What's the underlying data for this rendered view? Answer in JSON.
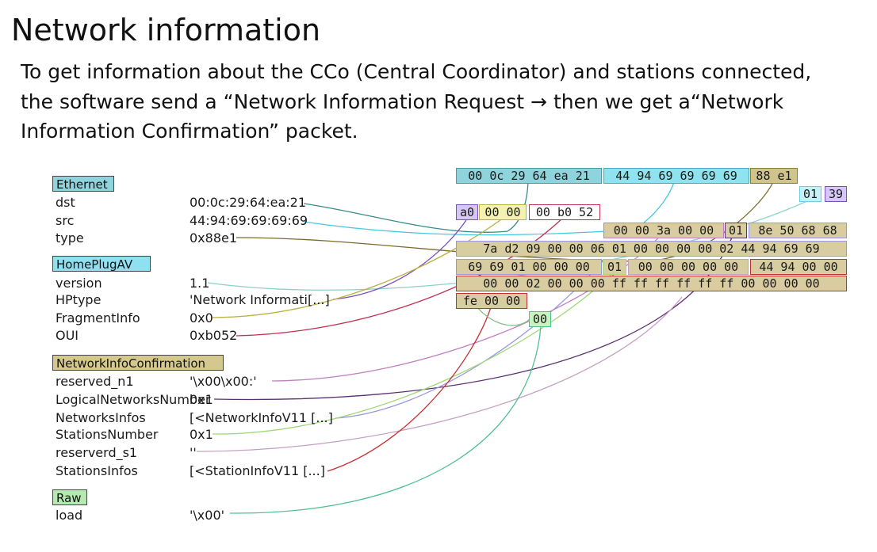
{
  "slide": {
    "title": "Network information",
    "paragraph_lines": [
      "To get information about the CCo (Central Coordinator) and stations connected,",
      "the software send a “Network Information Request → then we get a“Network",
      "Information Confirmation” packet."
    ]
  },
  "sections": {
    "ethernet": {
      "label": "Ethernet",
      "color": "#8fd3dc",
      "fields": [
        {
          "name": "dst",
          "value": "00:0c:29:64:ea:21"
        },
        {
          "name": "src",
          "value": "44:94:69:69:69:69"
        },
        {
          "name": "type",
          "value": "0x88e1"
        }
      ]
    },
    "homeplug": {
      "label": "HomePlugAV",
      "color": "#8fe0f0",
      "fields": [
        {
          "name": "version",
          "value": "1.1"
        },
        {
          "name": "HPtype",
          "value": "'Network Informati[...]"
        },
        {
          "name": "FragmentInfo",
          "value": "0x0"
        },
        {
          "name": "OUI",
          "value": "0xb052"
        }
      ]
    },
    "netinfo": {
      "label": "NetworkInfoConfirmation",
      "color": "#d4c88c",
      "fields": [
        {
          "name": "reserved_n1",
          "value": "'\\x00\\x00:'"
        },
        {
          "name": "LogicalNetworksNumber",
          "value": "0x1"
        },
        {
          "name": "NetworksInfos",
          "value": "[<NetworkInfoV11 [...]"
        },
        {
          "name": "StationsNumber",
          "value": "0x1"
        },
        {
          "name": "reserverd_s1",
          "value": "''"
        },
        {
          "name": "StationsInfos",
          "value": "[<StationInfoV11 [...]"
        }
      ]
    },
    "raw": {
      "label": "Raw",
      "color": "#b4eab0",
      "fields": [
        {
          "name": "load",
          "value": "'\\x00'"
        }
      ]
    }
  },
  "hex_dump": [
    {
      "text": "00 0c 29 64 ea 21",
      "color": "#8fd3dc"
    },
    {
      "text": "44 94 69 69 69 69",
      "color": "#8fe3ee"
    },
    {
      "text": "88 e1",
      "color": "#cfc58c"
    },
    {
      "text": "01",
      "color": "#c8f0f8"
    },
    {
      "text": "39",
      "color": "#d6c8f6"
    },
    {
      "text": "a0",
      "color": "#d6c8f6"
    },
    {
      "text": "00 00",
      "color": "#f4f2b0"
    },
    {
      "text": "00 b0 52",
      "color": "#ffffff"
    },
    {
      "text": "00 00 3a 00 00",
      "color": "#d8cda0"
    },
    {
      "text": "01",
      "color": "#d8cda0"
    },
    {
      "text": "8e 50 68 68",
      "color": "#d8cda0"
    },
    {
      "text": "7a d2 09 00 00 06 01 00 00 00 00 02 44 94 69 69",
      "color": "#d8cda0"
    },
    {
      "text": "69 69 01 00 00 00",
      "color": "#d8cda0"
    },
    {
      "text": "01",
      "color": "#d8cda0"
    },
    {
      "text": "00 00 00 00 00",
      "color": "#d8cda0"
    },
    {
      "text": "44 94 00 00",
      "color": "#d8cda0"
    },
    {
      "text": "00 00 02 00 00 00 ff ff ff ff ff ff 00 00 00 00",
      "color": "#d8cda0"
    },
    {
      "text": "fe 00 00",
      "color": "#d8cda0"
    },
    {
      "text": "00",
      "color": "#c8f2c0"
    }
  ]
}
